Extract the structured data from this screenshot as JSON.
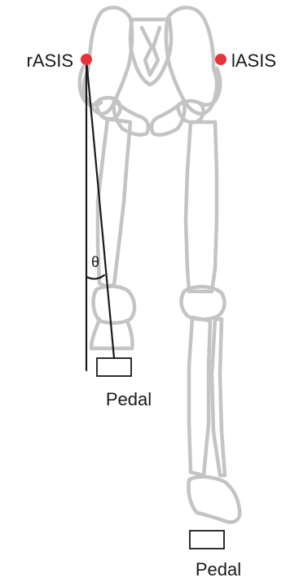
{
  "labels": {
    "right_asis": "rASIS",
    "left_asis": "lASIS",
    "angle": "θ",
    "pedal_right": "Pedal",
    "pedal_left": "Pedal"
  },
  "colors": {
    "landmark": "#e8333a",
    "bone": "#c4c4c4",
    "ink": "#1a1a1a"
  }
}
